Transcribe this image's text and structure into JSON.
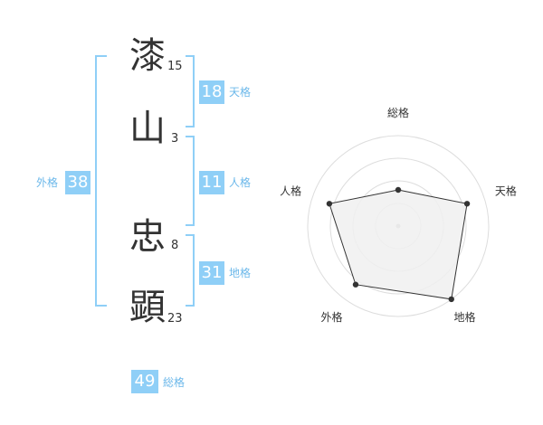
{
  "name": {
    "chars": [
      {
        "char": "漆",
        "strokes": "15"
      },
      {
        "char": "山",
        "strokes": "3"
      },
      {
        "char": "忠",
        "strokes": "8"
      },
      {
        "char": "顕",
        "strokes": "23"
      }
    ]
  },
  "fortune": {
    "tenkaku": {
      "value": "18",
      "label": "天格"
    },
    "jinkaku": {
      "value": "11",
      "label": "人格"
    },
    "chikaku": {
      "value": "31",
      "label": "地格"
    },
    "gaikaku": {
      "value": "38",
      "label": "外格"
    },
    "soukaku": {
      "value": "49",
      "label": "総格"
    }
  },
  "chart_data": {
    "type": "radar",
    "axes": [
      "総格",
      "天格",
      "地格",
      "外格",
      "人格"
    ],
    "values": [
      0.4,
      0.8,
      1.0,
      0.8,
      0.8
    ],
    "rings": 4,
    "colors": {
      "fill": "#f0f0f0",
      "line": "#333333",
      "ring": "#dddddd"
    }
  }
}
